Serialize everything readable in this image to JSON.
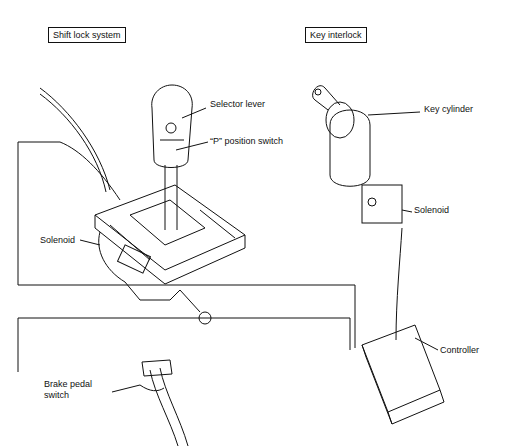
{
  "diagram": {
    "nodes": [
      {
        "text": [
          "Shift lock system"
        ]
      },
      {
        "text": [
          "Key interlock"
        ]
      }
    ],
    "labels": [
      "Selector lever",
      "“P” position switch",
      "Solenoid",
      "Key cylinder",
      "Solenoid",
      "Controller",
      "Brake pedal switch"
    ]
  }
}
